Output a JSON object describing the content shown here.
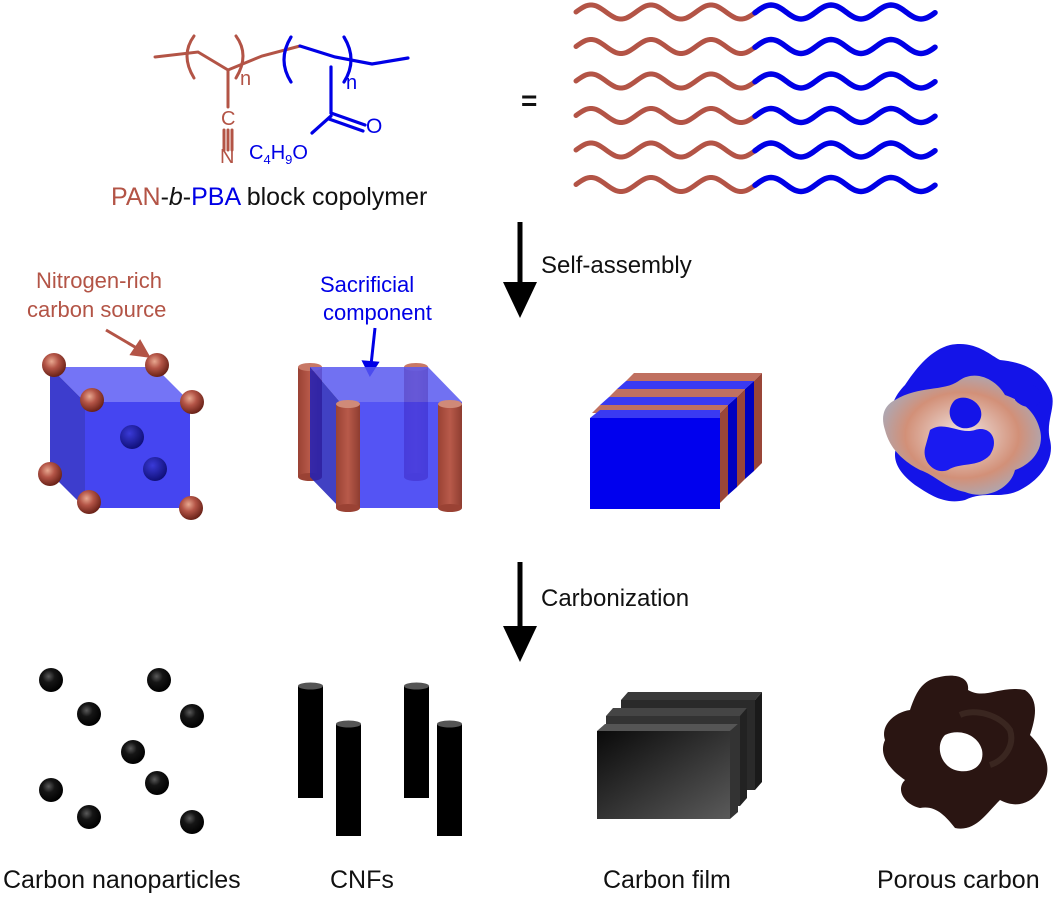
{
  "figure": {
    "colors": {
      "pan_block": "#b35446",
      "pba_block": "#0000e6",
      "carbon": "#111111",
      "text": "#111111"
    },
    "formula": {
      "pan_n": "n",
      "pba_n": "n",
      "nitrile_c": "C",
      "nitrile_n": "N",
      "ester_o": "O",
      "butyl_c": "C",
      "butyl_c_sub": "4",
      "butyl_h": "H",
      "butyl_h_sub": "9",
      "butyl_o": "O"
    },
    "equals_sign": "=",
    "caption": {
      "pan": "PAN",
      "dash1": "-",
      "b": "b",
      "dash2": "-",
      "pba": "PBA",
      "rest": " block copolymer"
    },
    "chains": {
      "count": 6,
      "segments": [
        "PAN",
        "PBA"
      ]
    },
    "steps": {
      "self_assembly": "Self-assembly",
      "carbonization": "Carbonization"
    },
    "annotations": {
      "nitrogen_rich_line1": "Nitrogen-rich",
      "nitrogen_rich_line2": "carbon source",
      "sacrificial_line1": "Sacrificial",
      "sacrificial_line2": "component"
    },
    "morphologies": [
      {
        "name": "spheres",
        "product": "Carbon nanoparticles"
      },
      {
        "name": "cylinders",
        "product": "CNFs"
      },
      {
        "name": "lamellae",
        "product": "Carbon film"
      },
      {
        "name": "gyroid",
        "product": "Porous carbon"
      }
    ]
  }
}
